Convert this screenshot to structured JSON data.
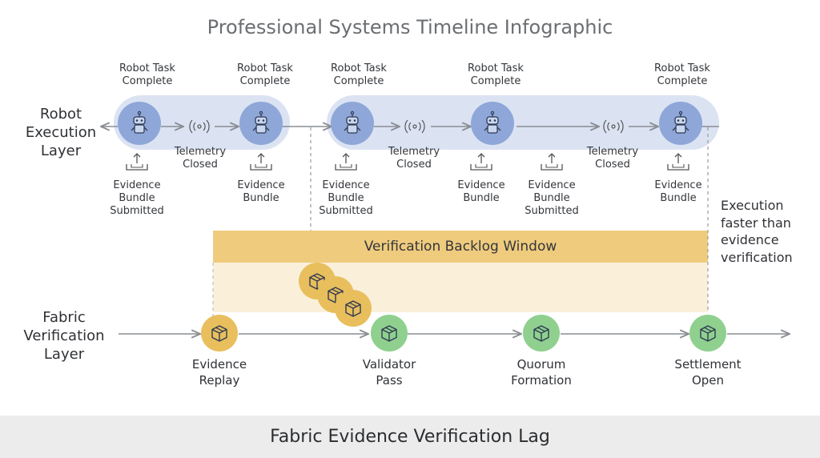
{
  "title": "Professional Systems Timeline Infographic",
  "layers": {
    "robot": "Robot\nExecution\nLayer",
    "fabric": "Fabric\nVerification\nLayer"
  },
  "robot_tasks": [
    "Robot Task\nComplete",
    "Robot Task\nComplete",
    "Robot Task\nComplete",
    "Robot Task\nComplete",
    "Robot Task\nComplete"
  ],
  "telemetry": [
    "Telemetry\nClosed",
    "Telemetry\nClosed",
    "Telemetry\nClosed"
  ],
  "evidence": [
    "Evidence\nBundle\nSubmitted",
    "Evidence\nBundle",
    "Evidence\nBundle\nSubmitted",
    "Evidence\nBundle",
    "Evidence\nBundle\nSubmitted",
    "Evidence\nBundle"
  ],
  "backlog_window": "Verification Backlog Window",
  "side_note": "Execution\nfaster than\nevidence\nverification",
  "fabric_nodes": [
    "Evidence\nReplay",
    "Validator\nPass",
    "Quorum\nFormation",
    "Settlement\nOpen"
  ],
  "footer": "Fabric Evidence Verification Lag",
  "colors": {
    "robot_node": "#8ea7d8",
    "robot_band": "#dbe3f3",
    "evidence_node": "#e9be5d",
    "fabric_node": "#8fd08f",
    "band_header": "#efcb7e",
    "band_body": "#faf0da",
    "arrow": "#8a8d92"
  },
  "icons": {
    "robot_node": "robot-icon",
    "evidence_node": "box-icon",
    "telemetry": "signal-icon",
    "upload": "upload-tray-icon"
  }
}
